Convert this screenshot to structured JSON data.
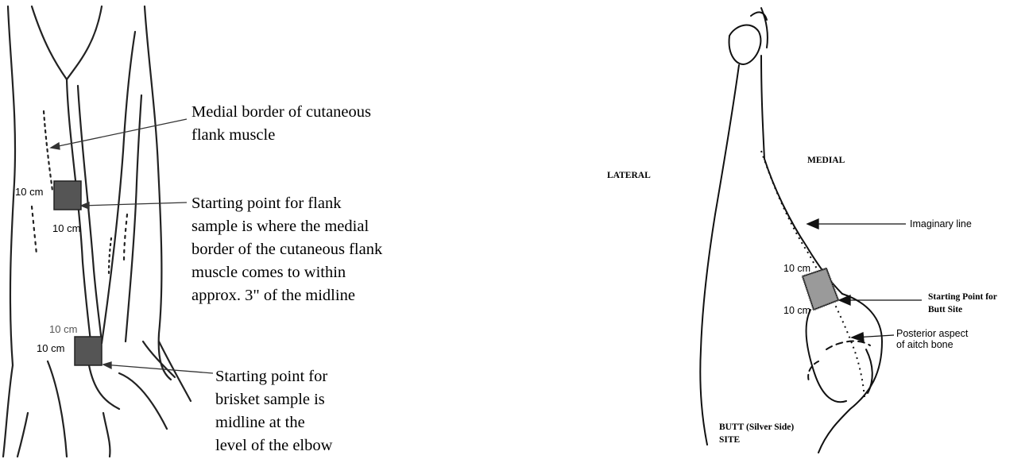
{
  "left_figure": {
    "callouts": {
      "medial_border": [
        "Medial border of cutaneous",
        "flank muscle"
      ],
      "flank_start": [
        "Starting point for flank",
        "sample is where the medial",
        "border of the cutaneous flank",
        "muscle comes to within",
        "approx. 3\" of the midline"
      ],
      "brisket_start": [
        "Starting  point for",
        "brisket sample is",
        "midline at the",
        "level of the elbow"
      ]
    },
    "dimension_labels": {
      "flank_vertical": "10 cm",
      "flank_horizontal": "10 cm",
      "brisket_top": "10 cm",
      "brisket_left": "10 cm"
    }
  },
  "right_figure": {
    "orientation_labels": {
      "lateral": "LATERAL",
      "medial": "MEDIAL"
    },
    "callouts": {
      "imaginary_line": "Imaginary line",
      "butt_start": [
        "Starting Point for",
        "Butt Site"
      ],
      "aitch_bone": [
        "Posterior aspect",
        "of aitch bone"
      ]
    },
    "dimension_labels": {
      "top": "10 cm",
      "bottom": "10 cm"
    },
    "site_label": [
      "BUTT (Silver Side)",
      "SITE"
    ]
  }
}
